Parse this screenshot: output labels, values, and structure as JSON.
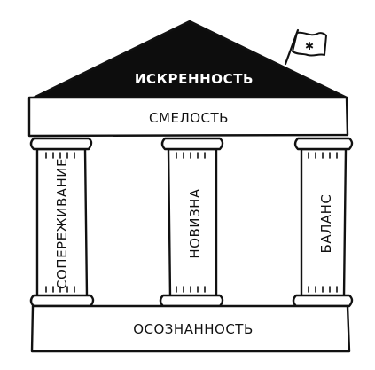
{
  "diagram": {
    "roof_label": "ИСКРЕННОСТЬ",
    "beam_label": "СМЕЛОСТЬ",
    "pillars": [
      {
        "label": "СОПЕРЕЖИВАНИЕ"
      },
      {
        "label": "НОВИЗНА"
      },
      {
        "label": "БАЛАНС"
      }
    ],
    "base_label": "ОСОЗНАННОСТЬ",
    "flag_symbol": "✱"
  },
  "colors": {
    "ink": "#111111",
    "roof_fill": "#0d0d0d",
    "background": "#ffffff",
    "roof_text": "#ffffff"
  }
}
